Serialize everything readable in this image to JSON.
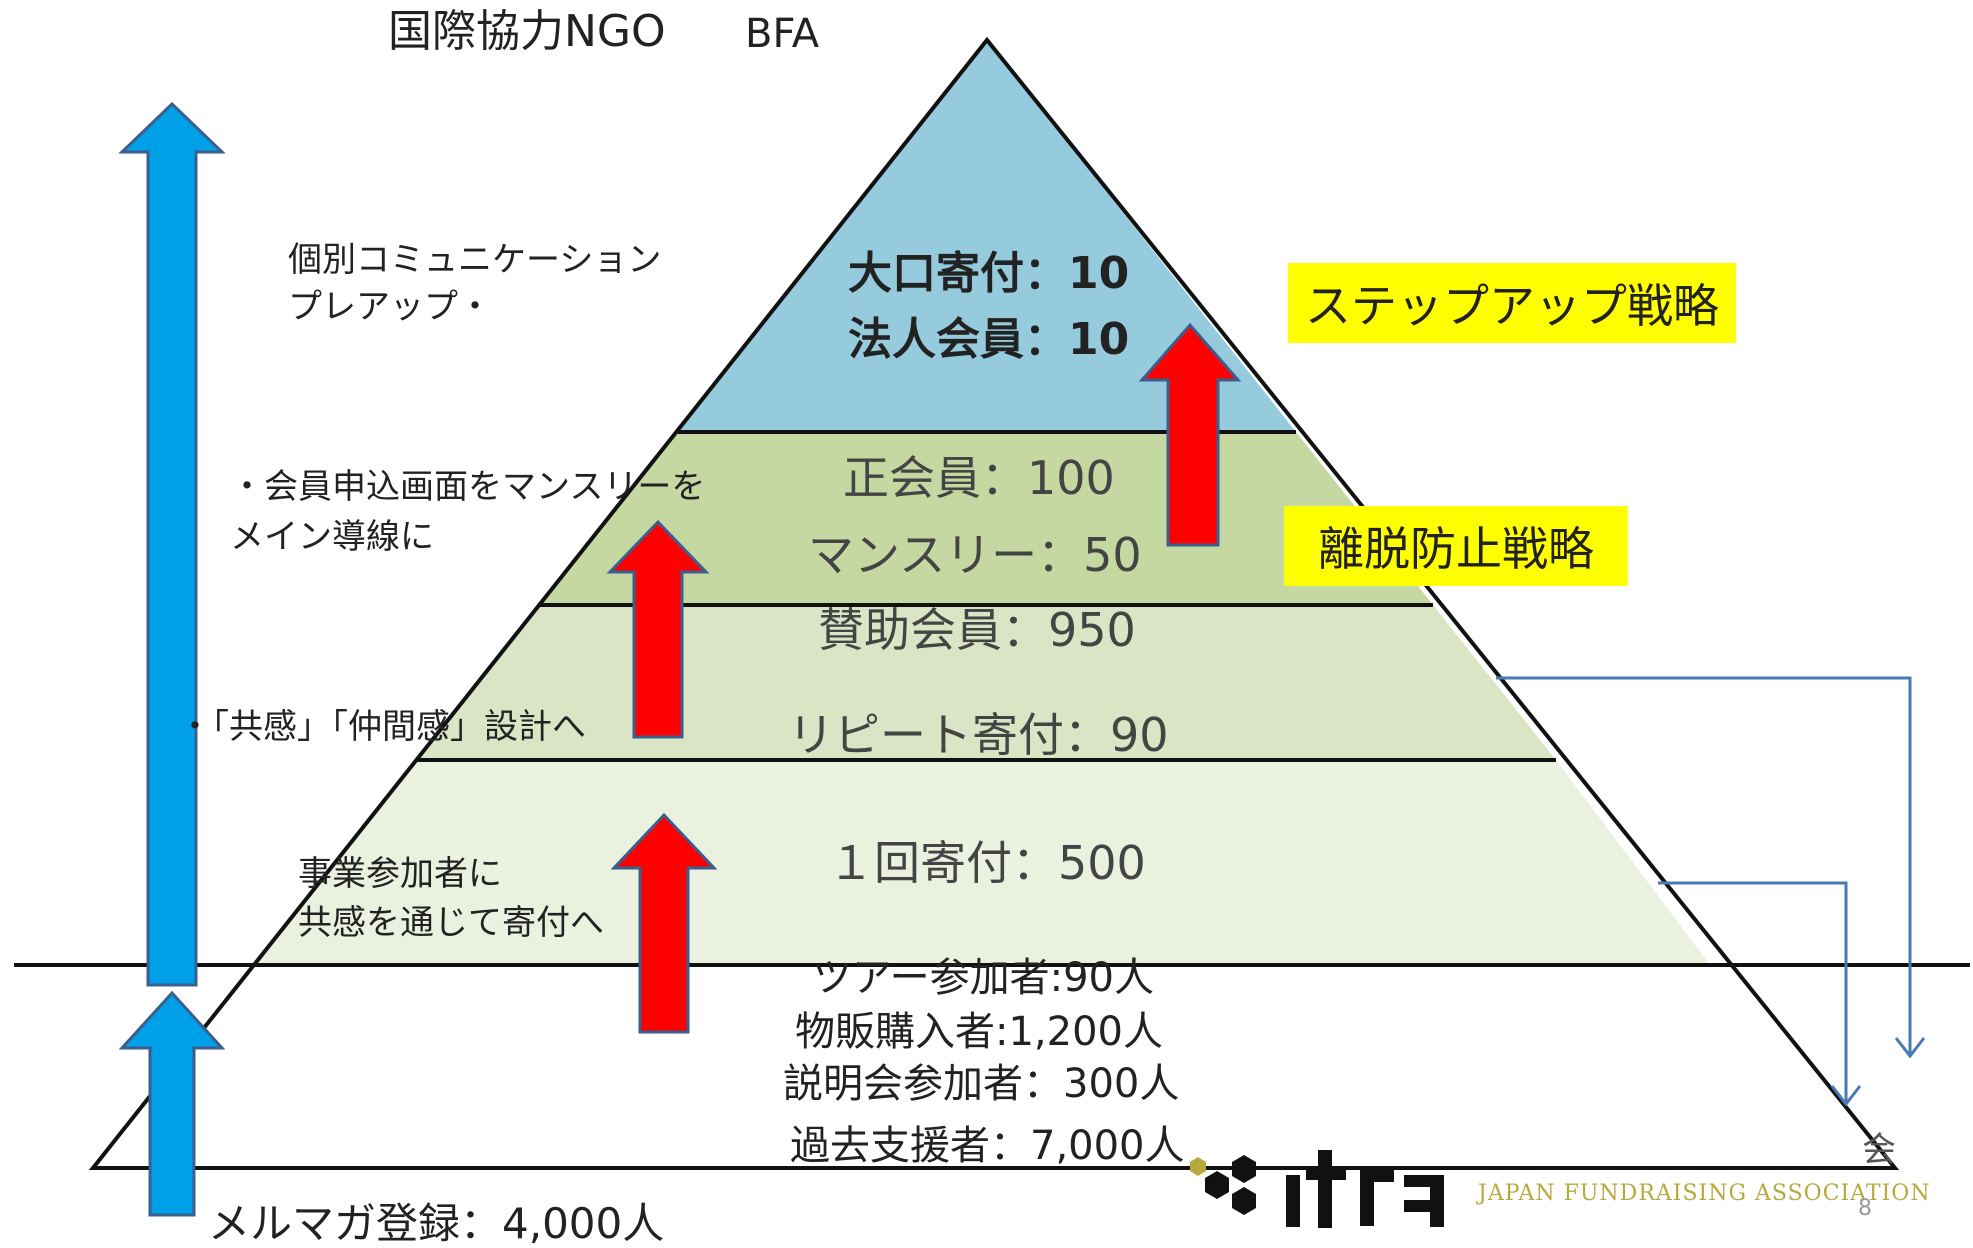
{
  "title": {
    "main": "国際協力NGO",
    "sub": "BFA"
  },
  "pyramid": {
    "top": {
      "line1": "大口寄付：10",
      "line2": "法人会員：10"
    },
    "tier2": {
      "line1": "正会員：100",
      "line2": "マンスリー：50"
    },
    "tier3": {
      "line1": "賛助会員：950",
      "line2": "リピート寄付：90"
    },
    "tier4": {
      "line1": "１回寄付：500"
    },
    "base": {
      "line1": "ツアー参加者:90人",
      "line2": "物販購入者:1,200人",
      "line3": "説明会参加者：300人",
      "line4": "過去支援者：7,000人"
    },
    "colors": {
      "top": "#96cbde",
      "tier2": "#c5d8a2",
      "tier3": "#d9e5c4",
      "tier4": "#ebf1df",
      "base": "#ffffff"
    }
  },
  "left_notes": {
    "note1_line1": "個別コミュニケーション",
    "note1_line2": "プレアップ・",
    "note2_line1": "・会員申込画面をマンスリーを",
    "note2_line2": "メイン導線に",
    "note3": "・「共感」「仲間感」設計へ",
    "note4_line1": "事業参加者に",
    "note4_line2": "共感を通じて寄付へ"
  },
  "strategies": {
    "stepup": "ステップアップ戦略",
    "retention": "離脱防止戦略"
  },
  "mailmag": "メルマガ登録：4,000人",
  "logo": {
    "text": "JAPAN FUNDRAISING ASSOCIATION",
    "mark": "jfra",
    "partial_char": "会"
  },
  "page_number": "8",
  "arrow_colors": {
    "blue": "#00a0e9",
    "red": "#ff0000",
    "outline": "#3a5f8f",
    "connector": "#4a7ab5"
  }
}
